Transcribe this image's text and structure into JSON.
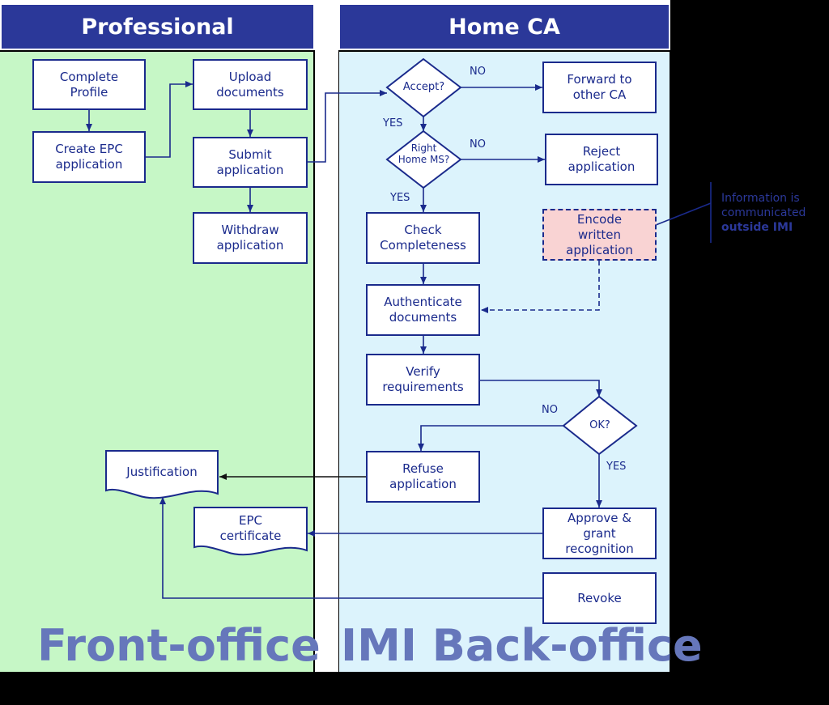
{
  "lanes": {
    "front": {
      "header": "Professional",
      "title": "Front-office"
    },
    "back": {
      "header": "Home CA",
      "title": "IMI Back-office"
    }
  },
  "nodes": {
    "complete_profile": "Complete\nProfile",
    "create_epc": "Create EPC\napplication",
    "upload_documents": "Upload\ndocuments",
    "submit_application": "Submit\napplication",
    "withdraw_application": "Withdraw\napplication",
    "accept": "Accept?",
    "right_home_ms": "Right\nHome MS?",
    "forward_other_ca": "Forward to\nother CA",
    "reject_application": "Reject\napplication",
    "check_completeness": "Check\nCompleteness",
    "encode_written": "Encode\nwritten\napplication",
    "authenticate_documents": "Authenticate\ndocuments",
    "verify_requirements": "Verify\nrequirements",
    "ok": "OK?",
    "refuse_application": "Refuse\napplication",
    "justification": "Justification",
    "epc_certificate": "EPC\ncertificate",
    "approve_grant": "Approve &\ngrant\nrecognition",
    "revoke": "Revoke"
  },
  "edge_labels": {
    "accept_no": "NO",
    "accept_yes": "YES",
    "home_no": "NO",
    "home_yes": "YES",
    "ok_no": "NO",
    "ok_yes": "YES"
  },
  "note": {
    "line1": "Information is",
    "line2": "communicated",
    "line3": "outside IMI"
  },
  "colors": {
    "header_bg": "#2b3899",
    "front_bg": "#c6f7c6",
    "back_bg": "#dcf3fc",
    "stroke": "#1a2a8c",
    "dashed_fill": "#f9d3d3",
    "title_text": "#6677bb"
  }
}
